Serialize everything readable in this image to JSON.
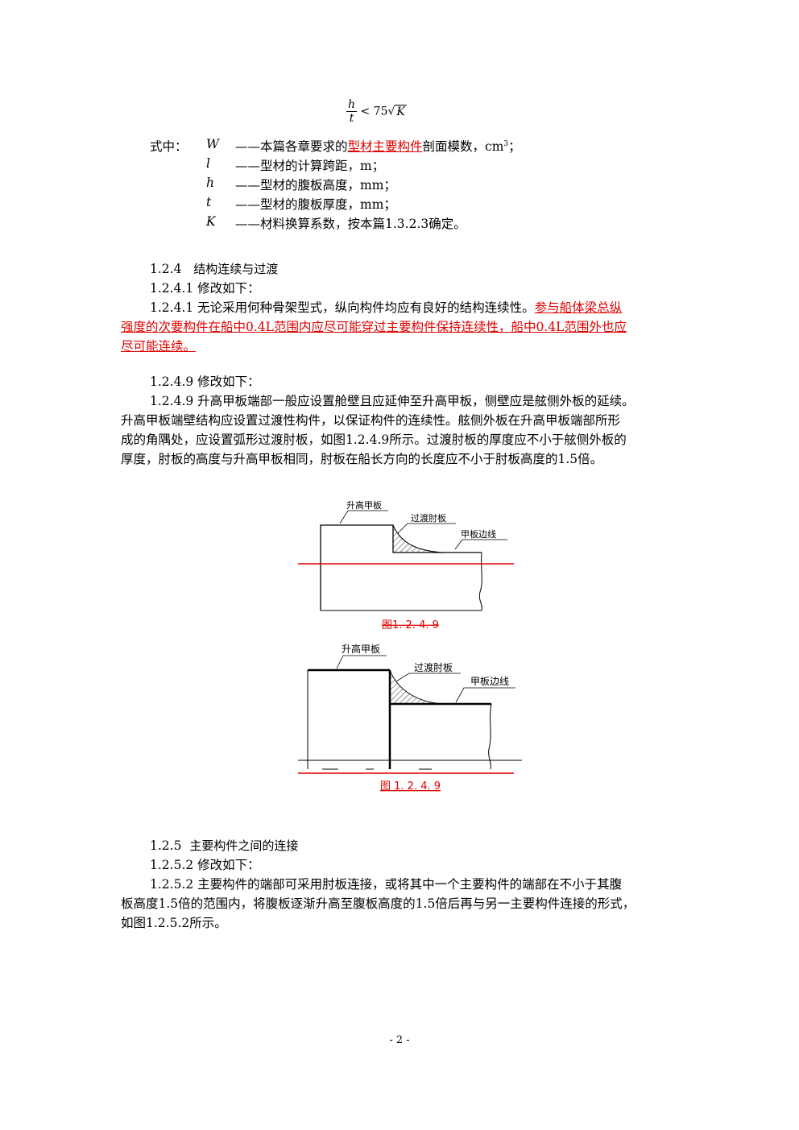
{
  "formula": {
    "numerator": "h",
    "denominator": "t",
    "relation": "< 75",
    "radicand": "K"
  },
  "definitions": {
    "intro": "式中：",
    "items": [
      {
        "sym": "W",
        "dash": "——",
        "text_a": "本篇各章要求的",
        "text_red": "型材主要构件",
        "text_b": "剖面模数，cm",
        "sup": "3",
        "text_c": "；"
      },
      {
        "sym": "l",
        "dash": "——",
        "text": "型材的计算跨距，m；"
      },
      {
        "sym": "h",
        "dash": "——",
        "text": "型材的腹板高度，mm；"
      },
      {
        "sym": "t",
        "dash": "——",
        "text": "型材的腹板厚度，mm；"
      },
      {
        "sym": "K",
        "dash": "——",
        "text": "材料换算系数，按本篇1.3.2.3确定。"
      }
    ]
  },
  "s124": {
    "num": "1.2.4",
    "title": "结构连续与过渡",
    "mod": "1.2.4.1  修改如下：",
    "p_black": "1.2.4.1  无论采用何种骨架型式，纵向构件均应有良好的结构连续性。",
    "p_red_1": "参与船体梁总纵",
    "p_red_2": "强度的次要构件在船中0.4L范围内应尽可能穿过主要构件保持连续性，船中0.4L范围外也应",
    "p_red_3": "尽可能连续。"
  },
  "s1249": {
    "mod": "1.2.4.9  修改如下：",
    "lines": [
      "1.2.4.9  升高甲板端部一般应设置舱壁且应延伸至升高甲板，侧壁应是舷侧外板的延续。",
      "升高甲板端壁结构应设置过渡性构件，以保证构件的连续性。舷侧外板在升高甲板端部所形",
      "成的角隅处，应设置弧形过渡肘板，如图1.2.4.9所示。过渡肘板的厚度应不小于舷侧外板的",
      "厚度，肘板的高度与升高甲板相同，肘板在船长方向的长度应不小于肘板高度的1.5倍。"
    ]
  },
  "fig1": {
    "label_raised": "升高甲板",
    "label_bracket": "过渡肘板",
    "label_edge": "甲板边线",
    "caption": "图1. 2. 4. 9"
  },
  "fig2": {
    "label_raised": "升高甲板",
    "label_bracket": "过渡肘板",
    "label_edge": "甲板边线",
    "caption": "图 1. 2. 4. 9"
  },
  "s125": {
    "num": "1.2.5",
    "title": "主要构件之间的连接",
    "mod": "1.2.5.2  修改如下：",
    "lines": [
      "1.2.5.2  主要构件的端部可采用肘板连接，或将其中一个主要构件的端部在不小于其腹",
      "板高度1.5倍的范围内，将腹板逐渐升高至腹板高度的1.5倍后再与另一主要构件连接的形式，",
      "如图1.2.5.2所示。"
    ]
  },
  "page_number": "- 2 -",
  "colors": {
    "revision_red": "#e00000",
    "text": "#000000"
  }
}
